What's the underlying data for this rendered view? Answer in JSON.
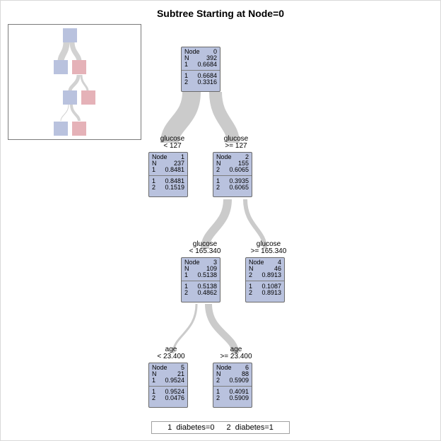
{
  "title": "Subtree Starting at Node=0",
  "colors": {
    "class1": "#b9c2de",
    "class2": "#e5b2b8",
    "link": "#cbcbcb",
    "overview_link": "#d2d2d2"
  },
  "nodes": [
    {
      "id": "0",
      "header": {
        "label": "Node",
        "value": "0"
      },
      "n": {
        "label": "N",
        "value": "392"
      },
      "pred": {
        "label": "1",
        "value": "0.6684"
      },
      "p1": {
        "label": "1",
        "value": "0.6684"
      },
      "p2": {
        "label": "2",
        "value": "0.3316"
      }
    },
    {
      "id": "1",
      "header": {
        "label": "Node",
        "value": "1"
      },
      "n": {
        "label": "N",
        "value": "237"
      },
      "pred": {
        "label": "1",
        "value": "0.8481"
      },
      "p1": {
        "label": "1",
        "value": "0.8481"
      },
      "p2": {
        "label": "2",
        "value": "0.1519"
      }
    },
    {
      "id": "2",
      "header": {
        "label": "Node",
        "value": "2"
      },
      "n": {
        "label": "N",
        "value": "155"
      },
      "pred": {
        "label": "2",
        "value": "0.6065"
      },
      "p1": {
        "label": "1",
        "value": "0.3935"
      },
      "p2": {
        "label": "2",
        "value": "0.6065"
      }
    },
    {
      "id": "3",
      "header": {
        "label": "Node",
        "value": "3"
      },
      "n": {
        "label": "N",
        "value": "109"
      },
      "pred": {
        "label": "1",
        "value": "0.5138"
      },
      "p1": {
        "label": "1",
        "value": "0.5138"
      },
      "p2": {
        "label": "2",
        "value": "0.4862"
      }
    },
    {
      "id": "4",
      "header": {
        "label": "Node",
        "value": "4"
      },
      "n": {
        "label": "N",
        "value": "46"
      },
      "pred": {
        "label": "2",
        "value": "0.8913"
      },
      "p1": {
        "label": "1",
        "value": "0.1087"
      },
      "p2": {
        "label": "2",
        "value": "0.8913"
      }
    },
    {
      "id": "5",
      "header": {
        "label": "Node",
        "value": "5"
      },
      "n": {
        "label": "N",
        "value": "21"
      },
      "pred": {
        "label": "1",
        "value": "0.9524"
      },
      "p1": {
        "label": "1",
        "value": "0.9524"
      },
      "p2": {
        "label": "2",
        "value": "0.0476"
      }
    },
    {
      "id": "6",
      "header": {
        "label": "Node",
        "value": "6"
      },
      "n": {
        "label": "N",
        "value": "88"
      },
      "pred": {
        "label": "2",
        "value": "0.5909"
      },
      "p1": {
        "label": "1",
        "value": "0.4091"
      },
      "p2": {
        "label": "2",
        "value": "0.5909"
      }
    }
  ],
  "splits": {
    "n1": {
      "var": "glucose",
      "rule": "< 127"
    },
    "n2": {
      "var": "glucose",
      "rule": ">= 127"
    },
    "n3": {
      "var": "glucose",
      "rule": "< 165.340"
    },
    "n4": {
      "var": "glucose",
      "rule": ">= 165.340"
    },
    "n5": {
      "var": "age",
      "rule": "< 23.400"
    },
    "n6": {
      "var": "age",
      "rule": ">= 23.400"
    }
  },
  "legend": [
    {
      "key": "1",
      "label": "diabetes=0"
    },
    {
      "key": "2",
      "label": "diabetes=1"
    }
  ]
}
